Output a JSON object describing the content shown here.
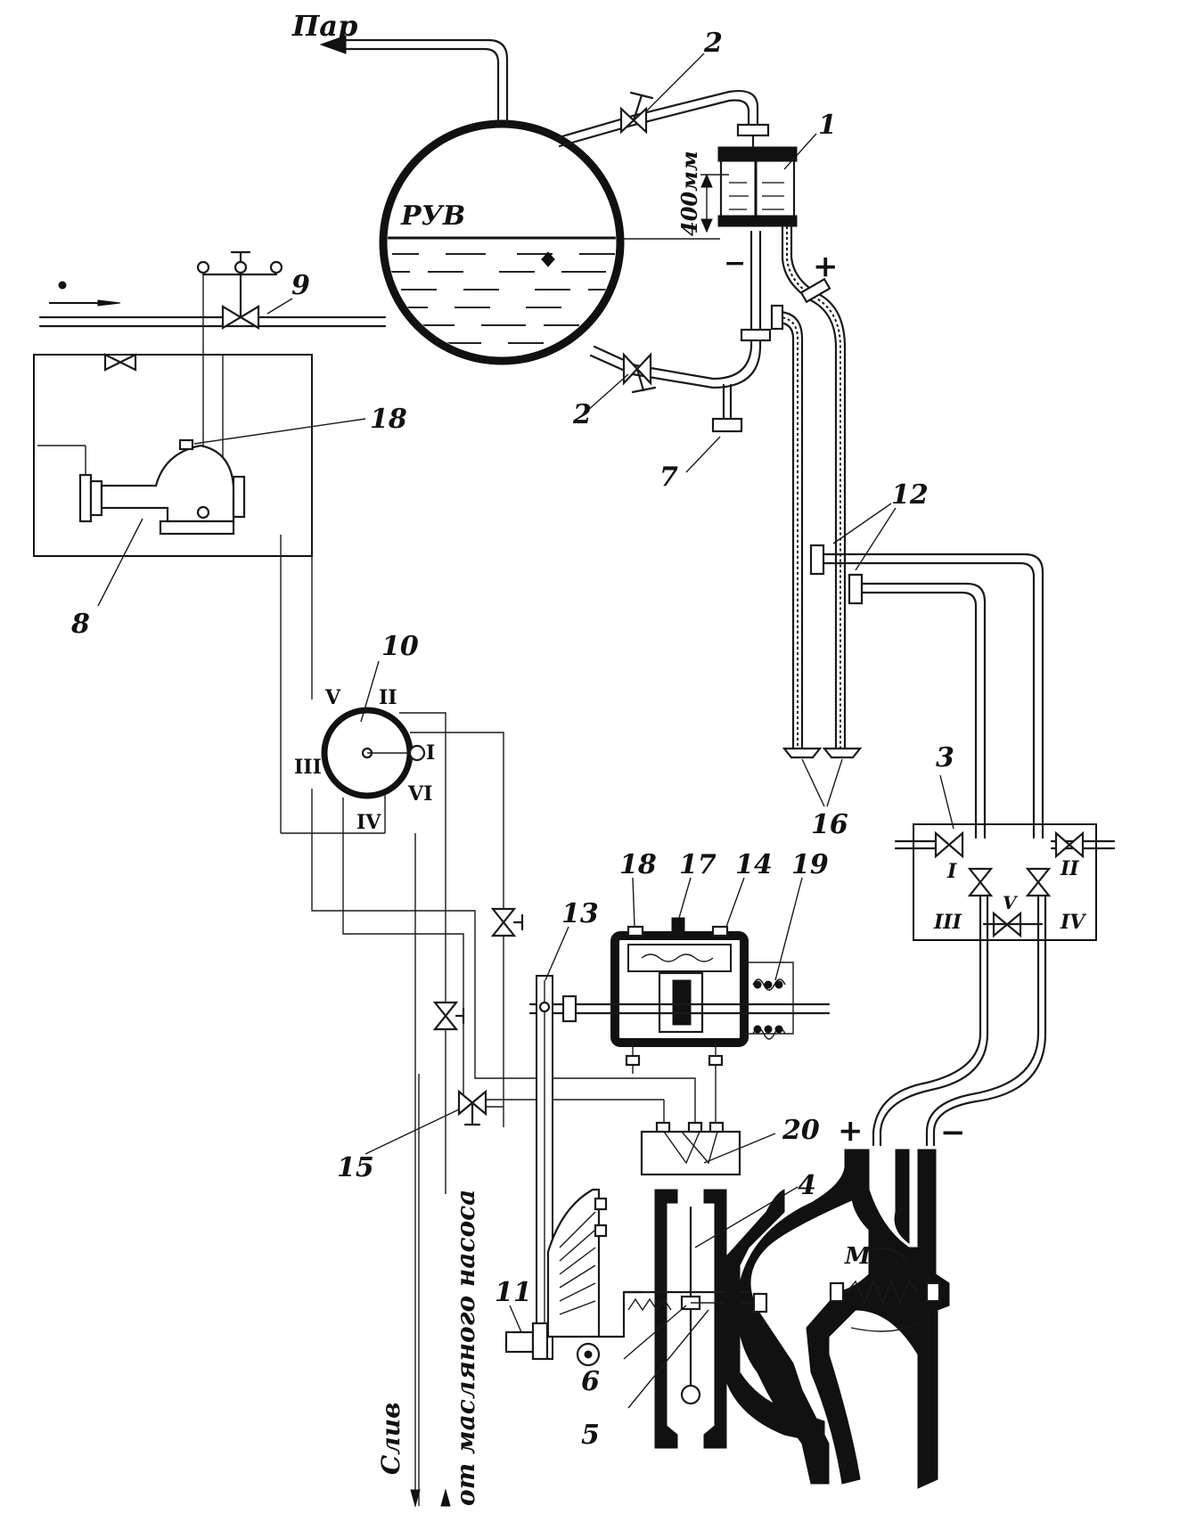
{
  "labels": {
    "steam": "Пар",
    "drum_level": "РУВ",
    "dimension": "400мм",
    "plus_top": "+",
    "minus_top": "−",
    "plus_bottom": "+",
    "minus_bottom": "−",
    "drain": "Слив",
    "from_oil_pump": "от масляного насоса",
    "m_label": "М"
  },
  "callouts": {
    "n1": "1",
    "n2a": "2",
    "n2b": "2",
    "n3": "3",
    "n4": "4",
    "n5": "5",
    "n6": "6",
    "n7": "7",
    "n8": "8",
    "n9": "9",
    "n10": "10",
    "n11": "11",
    "n12": "12",
    "n13": "13",
    "n14": "14",
    "n15": "15",
    "n16": "16",
    "n17": "17",
    "n18a": "18",
    "n18b": "18",
    "n19": "19",
    "n20": "20"
  },
  "distributor_ports": [
    "V",
    "II",
    "I",
    "III",
    "IV",
    "VI"
  ],
  "valve_block_marks": [
    "I",
    "II",
    "III",
    "IV",
    "V"
  ]
}
